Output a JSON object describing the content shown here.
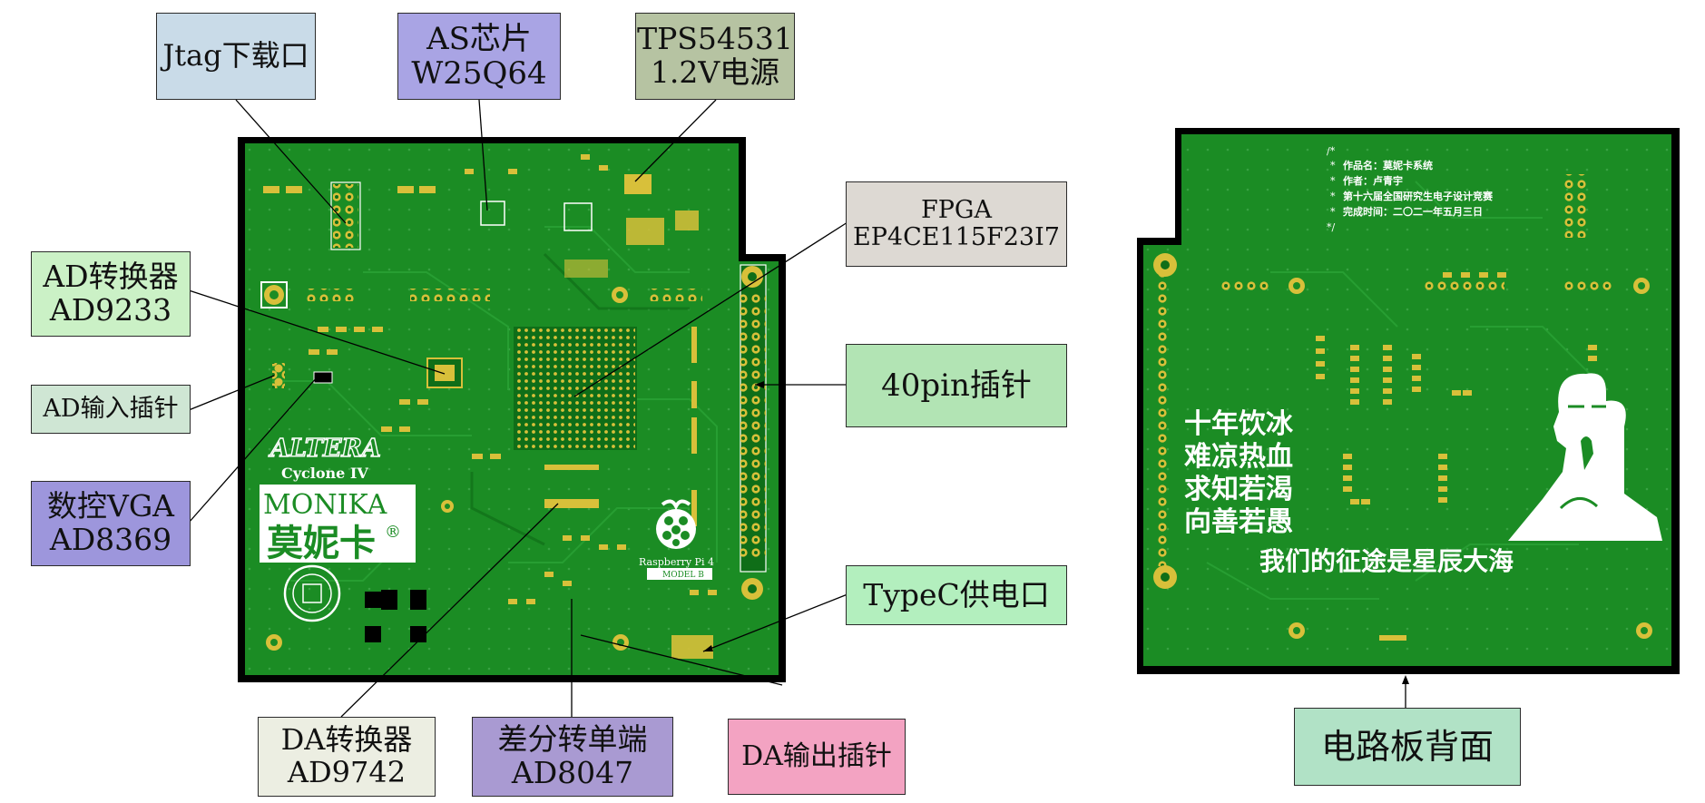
{
  "labels": {
    "jtag": {
      "lines": [
        "Jtag下载口"
      ],
      "color": "#c9dbe8"
    },
    "as_chip": {
      "lines": [
        "AS芯片",
        "W25Q64"
      ],
      "color": "#a9a4e4"
    },
    "tps": {
      "lines": [
        "TPS54531",
        "1.2V电源"
      ],
      "color": "#b6c3a2"
    },
    "fpga": {
      "lines": [
        "FPGA",
        "EP4CE115F23I7"
      ],
      "color": "#ddd9d3"
    },
    "ad_conv": {
      "lines": [
        "AD转换器",
        "AD9233"
      ],
      "color": "#cbf1c6"
    },
    "ad_input": {
      "lines": [
        "AD输入插针"
      ],
      "color": "#cfe6d4"
    },
    "vga": {
      "lines": [
        "数控VGA",
        "AD8369"
      ],
      "color": "#9d96dc"
    },
    "pin40": {
      "lines": [
        "40pin插针"
      ],
      "color": "#b2e4b4"
    },
    "typec": {
      "lines": [
        "TypeC供电口"
      ],
      "color": "#b3efbe"
    },
    "da_conv": {
      "lines": [
        "DA转换器",
        "AD9742"
      ],
      "color": "#eceee2"
    },
    "diff": {
      "lines": [
        "差分转单端",
        "AD8047"
      ],
      "color": "#a99ad2"
    },
    "da_out": {
      "lines": [
        "DA输出插针"
      ],
      "color": "#f3a3c2"
    },
    "back": {
      "lines": [
        "电路板背面"
      ],
      "color": "#b1e2c6"
    }
  },
  "board_front": {
    "altera_logo": "ALTERA",
    "cyclone": "Cyclone IV",
    "monika": "MONIKA",
    "monika_cn": "莫妮卡",
    "registered": "®",
    "raspberry_line1": "Raspberry Pi 4",
    "raspberry_line2": "MODEL B"
  },
  "board_back": {
    "header_lines": [
      "作品名：莫妮卡系统",
      "作者：卢青宇",
      "第十六届全国研究生电子设计竞赛",
      "完成时间：二〇二一年五月三日"
    ],
    "poem": [
      "十年饮冰",
      "难凉热血",
      "求知若渴",
      "向善若愚"
    ],
    "slogan": "我们的征途是星辰大海"
  },
  "colors": {
    "pcb_green": "#1b8c24",
    "pcb_dark": "#0f6e18",
    "pad_gold": "#d8c03a",
    "silk": "#ffffff",
    "edge": "#000000"
  }
}
